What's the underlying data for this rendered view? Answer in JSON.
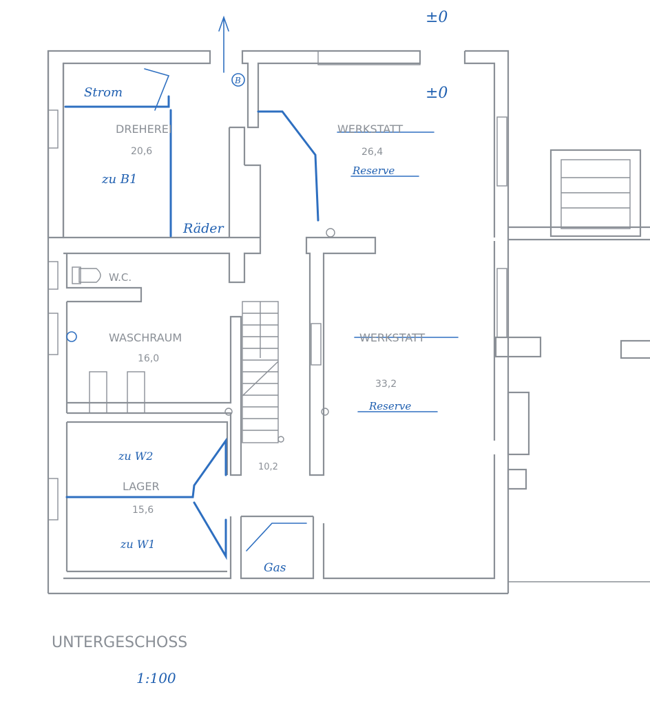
{
  "plan": {
    "level_marks": [
      "±0",
      "±0"
    ],
    "rooms": {
      "dreherei": {
        "name": "DREHEREI",
        "area": "20,6",
        "note": "zu B1"
      },
      "werkstatt_top": {
        "name": "WERKSTATT",
        "area": "26,4",
        "note": "Reserve"
      },
      "wc": {
        "name": "W.C."
      },
      "waschraum": {
        "name": "WASCHRAUM",
        "area": "16,0"
      },
      "werkstatt_bottom": {
        "name": "WERKSTATT",
        "area": "33,2",
        "note": "Reserve"
      },
      "lager": {
        "name": "LAGER",
        "area": "15,6",
        "note_top": "zu W2",
        "note_bottom": "zu W1"
      },
      "stair": {
        "area": "10,2"
      }
    },
    "handwritten": {
      "strom": "Strom",
      "raeder": "Räder",
      "gas": "Gas"
    },
    "symbol_b": "B",
    "title": "UNTERGESCHOSS",
    "scale": "1:100"
  }
}
